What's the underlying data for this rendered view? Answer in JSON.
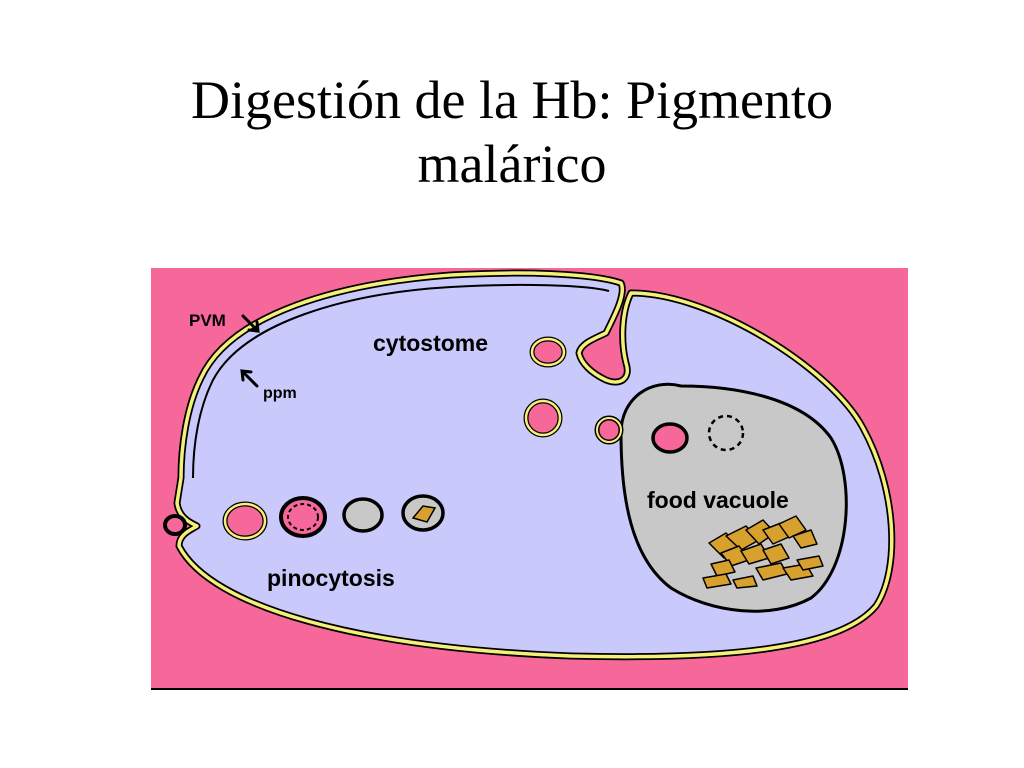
{
  "slide": {
    "title_line1": "Digestión de la Hb: Pigmento",
    "title_line2": "malárico"
  },
  "diagram": {
    "labels": {
      "pvm": "PVM",
      "ppm": "ppm",
      "cytostome": "cytostome",
      "food_vacuole": "food vacuole",
      "pinocytosis": "pinocytosis"
    },
    "colors": {
      "background": "#f6689a",
      "cytoplasm": "#c9c9fb",
      "membrane": "#f5f07a",
      "vacuole": "#c8c8c8",
      "vesicle_pink": "#f6689a",
      "pigment": "#d8a02c"
    }
  }
}
